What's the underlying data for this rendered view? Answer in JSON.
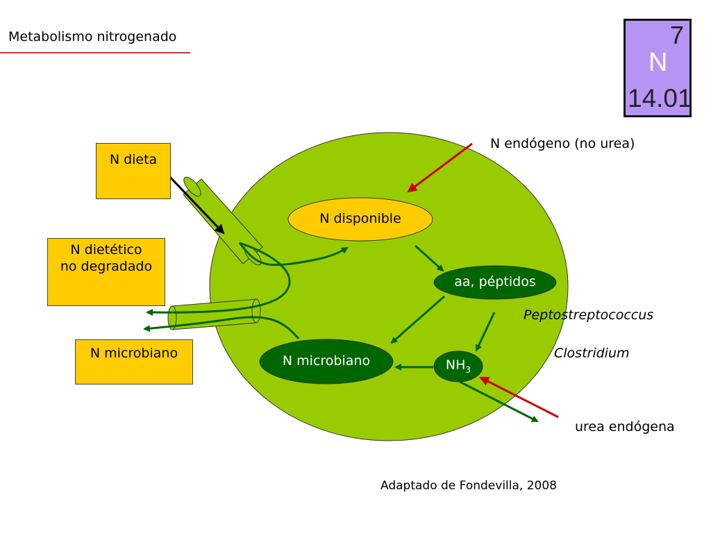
{
  "title": "Metabolismo nitrogenado",
  "element": {
    "number": "7",
    "symbol": "N",
    "mass": "14.01"
  },
  "boxes": {
    "dieta": "N dieta",
    "dietetico_line1": "N dietético",
    "dietetico_line2": "no degradado",
    "microbiano": "N microbiano"
  },
  "nodes": {
    "disponible": "N disponible",
    "peptidos": "aa, péptidos",
    "microbiano": "N microbiano",
    "nh3_base": "NH",
    "nh3_sub": "3"
  },
  "labels": {
    "endogeno": "N endógeno (no urea)",
    "peptostreptococcus": "Peptostreptococcus",
    "clostridium": "Clostridium",
    "urea": "urea endógena",
    "source": "Adaptado de Fondevilla, 2008"
  },
  "colors": {
    "rumen": "#99cc00",
    "dark_green": "#006600",
    "yellow": "#ffcc00",
    "red": "#cc0000",
    "tile": "#b594f4"
  }
}
